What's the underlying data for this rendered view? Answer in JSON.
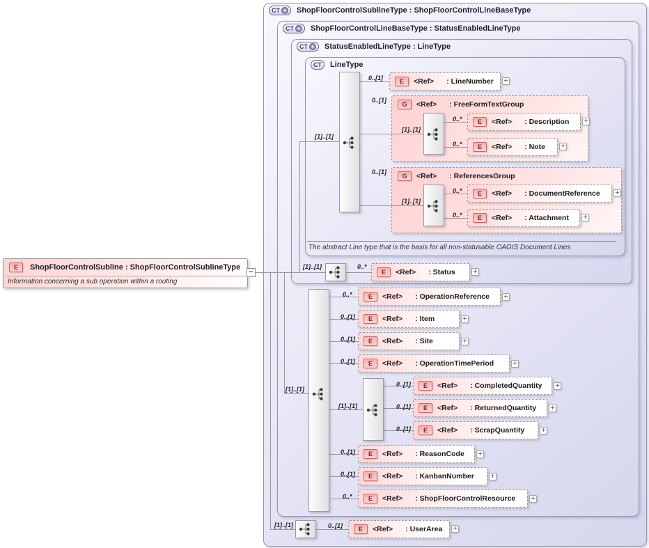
{
  "icons": {
    "element": "E",
    "group": "G",
    "complex_type": "CT",
    "extension": "+",
    "expand": "+",
    "collapse": "−",
    "sequence": "sequence-compositor"
  },
  "labels": {
    "ref": "<Ref>",
    "occurs_required": "[1]..[1]"
  },
  "root": {
    "title": "ShopFloorControlSubline : ShopFloorControlSublineType",
    "annotation": "Information concerning a sub operation within a routing"
  },
  "containers": {
    "subline": {
      "title": "ShopFloorControlSublineType : ShopFloorControlLineBaseType"
    },
    "line_base": {
      "title": "ShopFloorControlLineBaseType : StatusEnabledLineType"
    },
    "status_enabled": {
      "title": "StatusEnabledLineType : LineType"
    },
    "line_type": {
      "title": "LineType",
      "annotation": "The abstract Line type that is the basis for all non-statusable OAGIS Document Lines"
    }
  },
  "elements": {
    "line_number": {
      "card": "0..[1]",
      "name": ": LineNumber"
    },
    "freeform_text_group": {
      "card": "0..[1]",
      "name": ": FreeFormTextGroup"
    },
    "description": {
      "card": "0..*",
      "name": ": Description"
    },
    "note": {
      "card": "0..*",
      "name": ": Note"
    },
    "references_group": {
      "card": "0..[1]",
      "name": ": ReferencesGroup"
    },
    "document_reference": {
      "card": "0..*",
      "name": ": DocumentReference"
    },
    "attachment": {
      "card": "0..*",
      "name": ": Attachment"
    },
    "status": {
      "card": "0..*",
      "name": ": Status"
    },
    "operation_reference": {
      "card": "0..*",
      "name": ": OperationReference"
    },
    "item": {
      "card": "0..[1]",
      "name": ": Item"
    },
    "site": {
      "card": "0..[1]",
      "name": ": Site"
    },
    "operation_time_period": {
      "card": "0..[1]",
      "name": ": OperationTimePeriod"
    },
    "completed_quantity": {
      "card": "0..[1]",
      "name": ": CompletedQuantity"
    },
    "returned_quantity": {
      "card": "0..[1]",
      "name": ": ReturnedQuantity"
    },
    "scrap_quantity": {
      "card": "0..[1]",
      "name": ": ScrapQuantity"
    },
    "reason_code": {
      "card": "0..[1]",
      "name": ": ReasonCode"
    },
    "kanban_number": {
      "card": "0..[1]",
      "name": ": KanbanNumber"
    },
    "shop_floor_control_resource": {
      "card": "0..*",
      "name": ": ShopFloorControlResource"
    },
    "user_area": {
      "card": "0..[1]",
      "name": ": UserArea"
    }
  },
  "colors": {
    "container_fill": "#e3e3f4",
    "element_fill": "#ffd6d6",
    "border_gray": "#999999",
    "badge_red": "#8d2323"
  }
}
